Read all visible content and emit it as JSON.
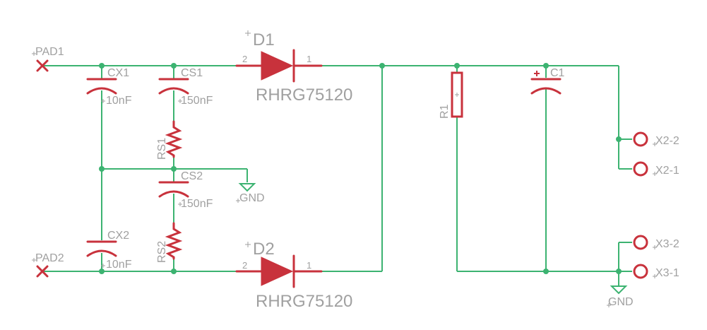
{
  "colors": {
    "wire": "#3cb371",
    "part": "#c8323c",
    "label": "#a0a0a0",
    "background": "#ffffff"
  },
  "components": {
    "pad1": {
      "name": "PAD1"
    },
    "pad2": {
      "name": "PAD2"
    },
    "cx1": {
      "name": "CX1",
      "value": "10nF"
    },
    "cx2": {
      "name": "CX2",
      "value": "10nF"
    },
    "cs1": {
      "name": "CS1",
      "value": "150nF"
    },
    "cs2": {
      "name": "CS2",
      "value": "150nF"
    },
    "rs1": {
      "name": "RS1"
    },
    "rs2": {
      "name": "RS2"
    },
    "d1": {
      "name": "D1",
      "value": "RHRG75120",
      "pin_anode": "2",
      "pin_cathode": "1"
    },
    "d2": {
      "name": "D2",
      "value": "RHRG75120",
      "pin_anode": "2",
      "pin_cathode": "1"
    },
    "r1": {
      "name": "R1"
    },
    "c1": {
      "name": "C1"
    },
    "x2_2": {
      "name": "X2-2"
    },
    "x2_1": {
      "name": "X2-1"
    },
    "x3_2": {
      "name": "X3-2"
    },
    "x3_1": {
      "name": "X3-1"
    },
    "gnd_mid": {
      "name": "GND"
    },
    "gnd_right": {
      "name": "GND"
    }
  }
}
